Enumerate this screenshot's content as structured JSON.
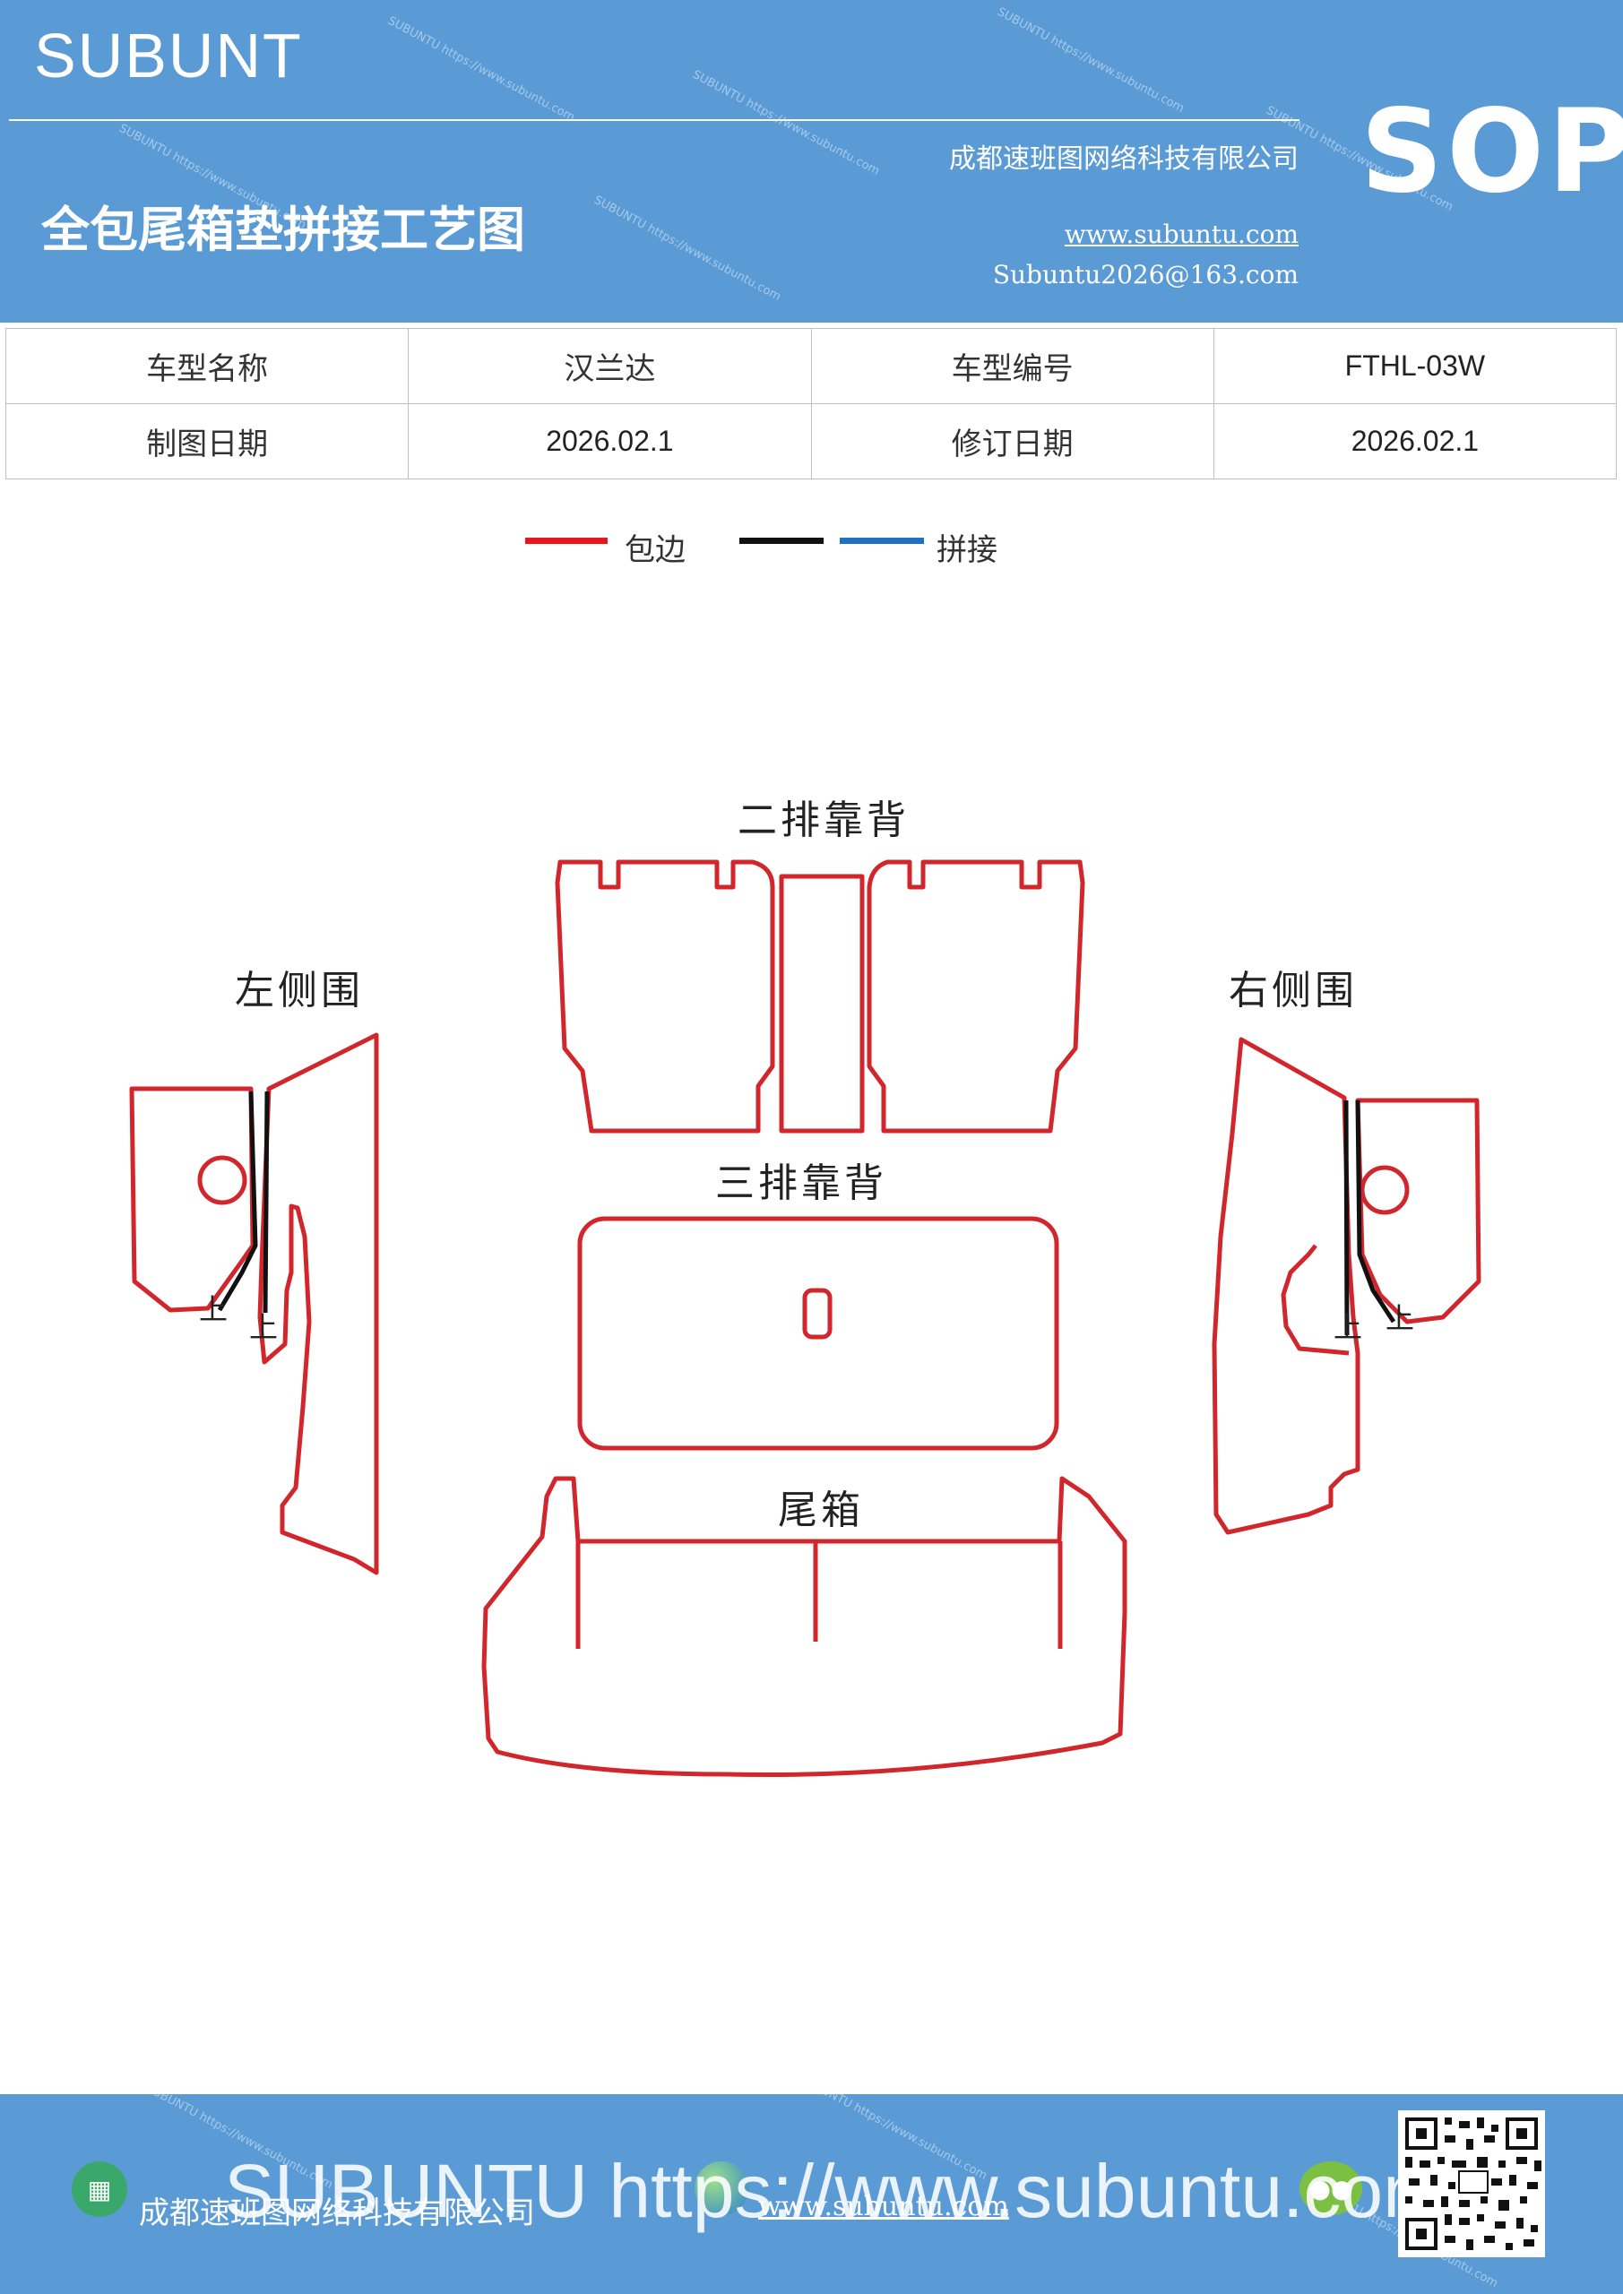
{
  "header": {
    "brand": "SUBUNT",
    "company": "成都速班图网络科技有限公司",
    "title": "全包尾箱垫拼接工艺图",
    "website": "www.subuntu.com",
    "email": "Subuntu2026@163.com",
    "badge": "SOP",
    "watermark": "SUBUNTU https://www.subuntu.com"
  },
  "info_table": {
    "rows": [
      [
        {
          "label": "车型名称"
        },
        {
          "value": "汉兰达"
        },
        {
          "label": "车型编号"
        },
        {
          "value": "FTHL-03W"
        }
      ],
      [
        {
          "label": "制图日期"
        },
        {
          "value": "2026.02.1"
        },
        {
          "label": "修订日期"
        },
        {
          "value": "2026.02.1"
        }
      ]
    ]
  },
  "legend": {
    "edge_label": "包边",
    "splice_label": "拼接",
    "colors": {
      "edge": "#e8161c",
      "black": "#111111",
      "blue": "#1f6fc4"
    }
  },
  "parts": {
    "second_row_back": "二排靠背",
    "left_side": "左侧围",
    "right_side": "右侧围",
    "third_row_back": "三排靠背",
    "trunk": "尾箱",
    "mark_up": "上"
  },
  "colors": {
    "header_bg": "#5b9bd5",
    "outline": "#d1262b"
  },
  "footer": {
    "company": "成都速班图网络科技有限公司",
    "url": "www.subuntu.com",
    "watermark": "SUBUNTU https://www.subuntu.com",
    "icons": [
      "building-icon",
      "globe-icon",
      "wechat-icon",
      "qr-code-icon"
    ]
  }
}
